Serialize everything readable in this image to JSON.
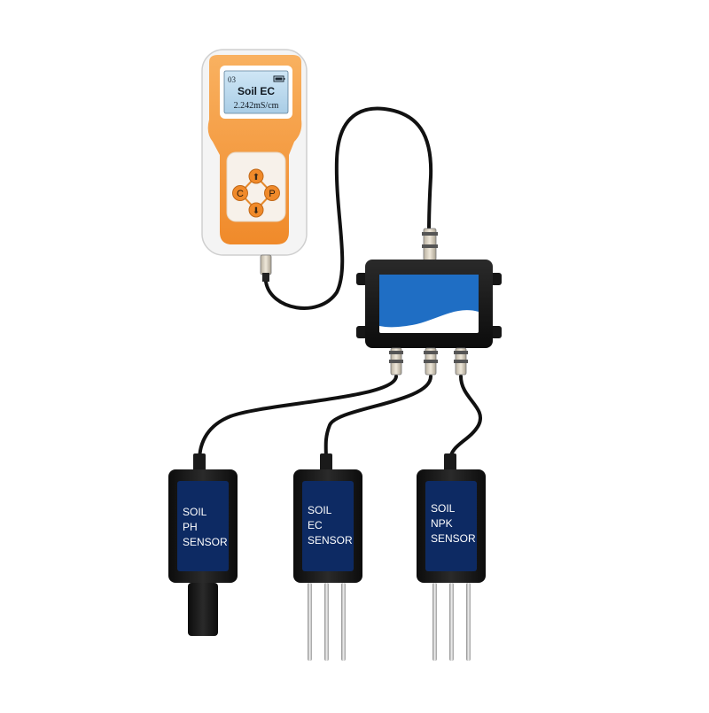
{
  "meter": {
    "channel": "03",
    "title": "Soil EC",
    "reading": "2.242mS/cm",
    "buttons": {
      "up": "⬆",
      "down": "⬇",
      "left": "C",
      "right": "P"
    },
    "body_color": "#f5a04a",
    "screen_color": "#bcd9ee"
  },
  "hub": {
    "panel_color": "#1f6ec4"
  },
  "sensors": [
    {
      "lines": [
        "SOIL",
        "PH",
        "SENSOR"
      ]
    },
    {
      "lines": [
        "SOIL",
        "EC",
        "SENSOR"
      ]
    },
    {
      "lines": [
        "SOIL",
        "NPK",
        "SENSOR"
      ]
    }
  ],
  "colors": {
    "cable": "#111111",
    "sensor_label": "#0d2a63"
  }
}
